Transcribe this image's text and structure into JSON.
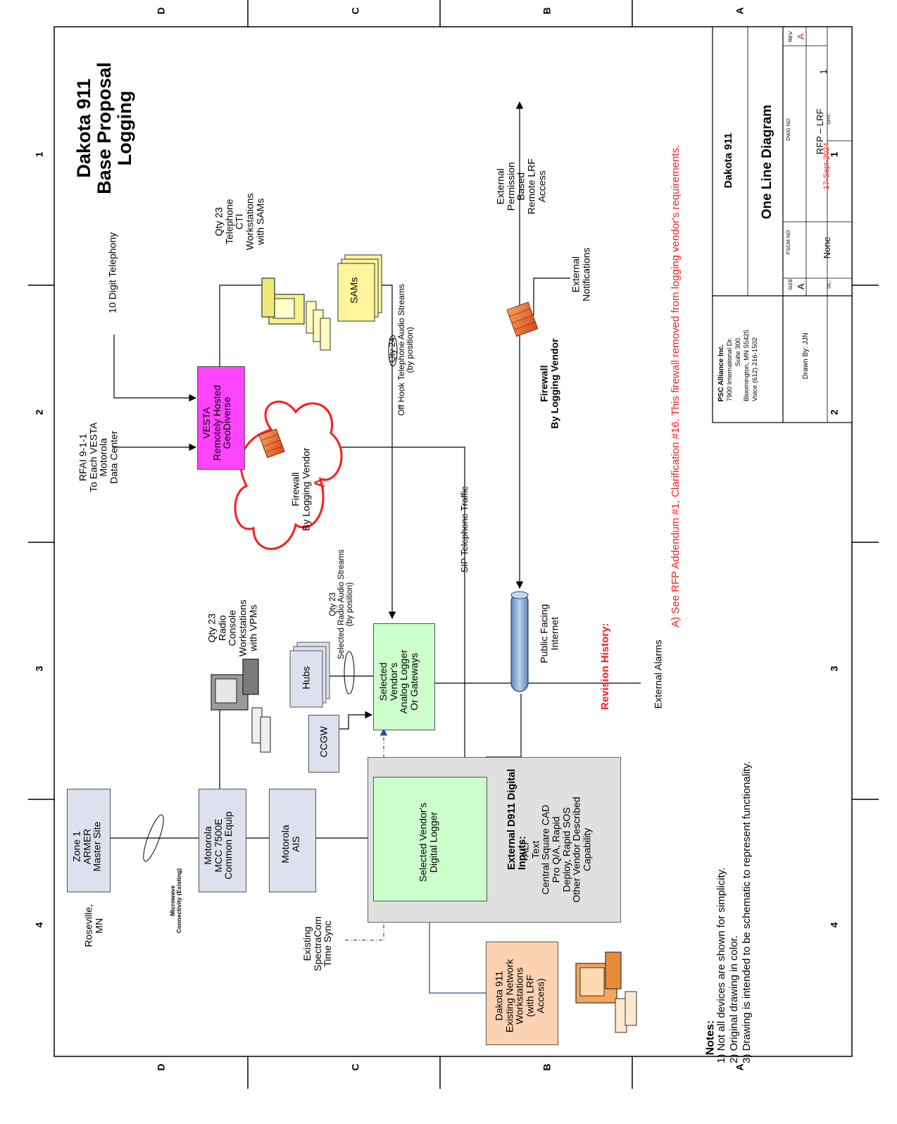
{
  "title": {
    "line1": "Dakota 911",
    "line2": "Base Proposal",
    "line3": "Logging"
  },
  "grid": {
    "top_letters": [
      "D",
      "C",
      "B",
      "A"
    ],
    "bottom_letters": [
      "D",
      "C",
      "B",
      "A"
    ],
    "left_numbers": [
      "1",
      "2",
      "3",
      "4"
    ],
    "right_numbers": [
      "1",
      "2",
      "3",
      "4"
    ]
  },
  "nodes": {
    "zone1": "Zone 1\nARMER\nMaster Site",
    "roseville": "Roseville,\nMN",
    "microwave": "Microwave\nConnectivity (Existing)",
    "mcc": "Motorola\nMCC 7500E\nCommon Equip",
    "ais": "Motorola\nAIS",
    "ccgw": "CCGW",
    "hubs": "Hubs",
    "radio_ws": "Qty 23\nRadio\nConsole\nWorkstations\nwith VPMs",
    "radio_streams": "Qty 23\nSelected Radio Audio Streams\n(by position)",
    "analog_logger": "Selected\nVendor's\nAnalog Logger\nOr Gateways",
    "digital_logger": "Selected Vendor's\nDigital Logger",
    "external_inputs_title": "External D911 Digital\nInputs:",
    "external_inputs_body": "ALI\nText\nCentral Square CAD\nPro Q/A, Rapid\nDeploy, Rapid SOS\nOther Vendor Described\nCapability",
    "spectracom": "Existing\nSpectraCom\nTime Sync",
    "dakota_ws": "Dakota 911\nExisting Network\nWorkstations\n(with LRF\nAccess)",
    "rfai": "RFAI 9-1-1\nTo Each VESTA\nMotorola\nData Center",
    "vesta": "VESTA\nRemotely Hosted\nGeoDiverse",
    "ten_digit": "10 Digit Telephony",
    "cti_ws": "Qty 23\nTelephone\nCTI\nWorkstations\nwith SAMs",
    "sams": "SAMs",
    "offhook": "Qty 24\nOff Hook Telephone Audio Streams\n(by position)",
    "firewall_cloud": "Firewall\nBy Logging Vendor",
    "cloud_marker": "A",
    "sip": "SIP Telephone Traffic",
    "internet": "Public Facing\nInternet",
    "firewall2": "Firewall\nBy Logging Vendor",
    "ext_permission": "External\nPermission\nBased\nRemote LRF\nAccess",
    "ext_notifications": "External\nNotifications",
    "ext_alarms": "External Alarms"
  },
  "revision": {
    "heading": "Revision History:",
    "item": "A)  See RFP Addendum #1, Clarification #16.  This firewall removed from logging vendor's requirements."
  },
  "notes": {
    "heading": "Notes:",
    "items": [
      "1) Not all devices are shown for simplicity.",
      "2) Original drawing in color.",
      "3) Drawing is intended to be schematic to represent functionality."
    ]
  },
  "title_block": {
    "company": "PSC Alliance Inc.",
    "address1": "7900 International Dr.",
    "address2": "Suite 300",
    "address3": "Bloomington, MN   55425",
    "phone": "Voice  (612)  216-1502",
    "drawn_by": "Drawn By:  JJN",
    "client": "Dakota 911",
    "drawing_title": "One Line Diagram",
    "size_label": "SIZE",
    "size_value": "A",
    "fscm_label": "FSCM NO",
    "dwg_label": "DWG NO",
    "dwg_value": "RFP – LRF",
    "rev_label": "REV",
    "rev_value": "A",
    "sc_label": "SC:",
    "scale_value": "None",
    "date": "17-Sept-2024",
    "sht_label": "SHT:",
    "sheet_value": "1"
  },
  "colors": {
    "magenta": "#ff44ff",
    "green": "#ccffcc",
    "grey_box": "#dde1ee",
    "peach": "#fcd3b2",
    "red": "#ff1a1a",
    "pipe": "#8fb3d9"
  }
}
